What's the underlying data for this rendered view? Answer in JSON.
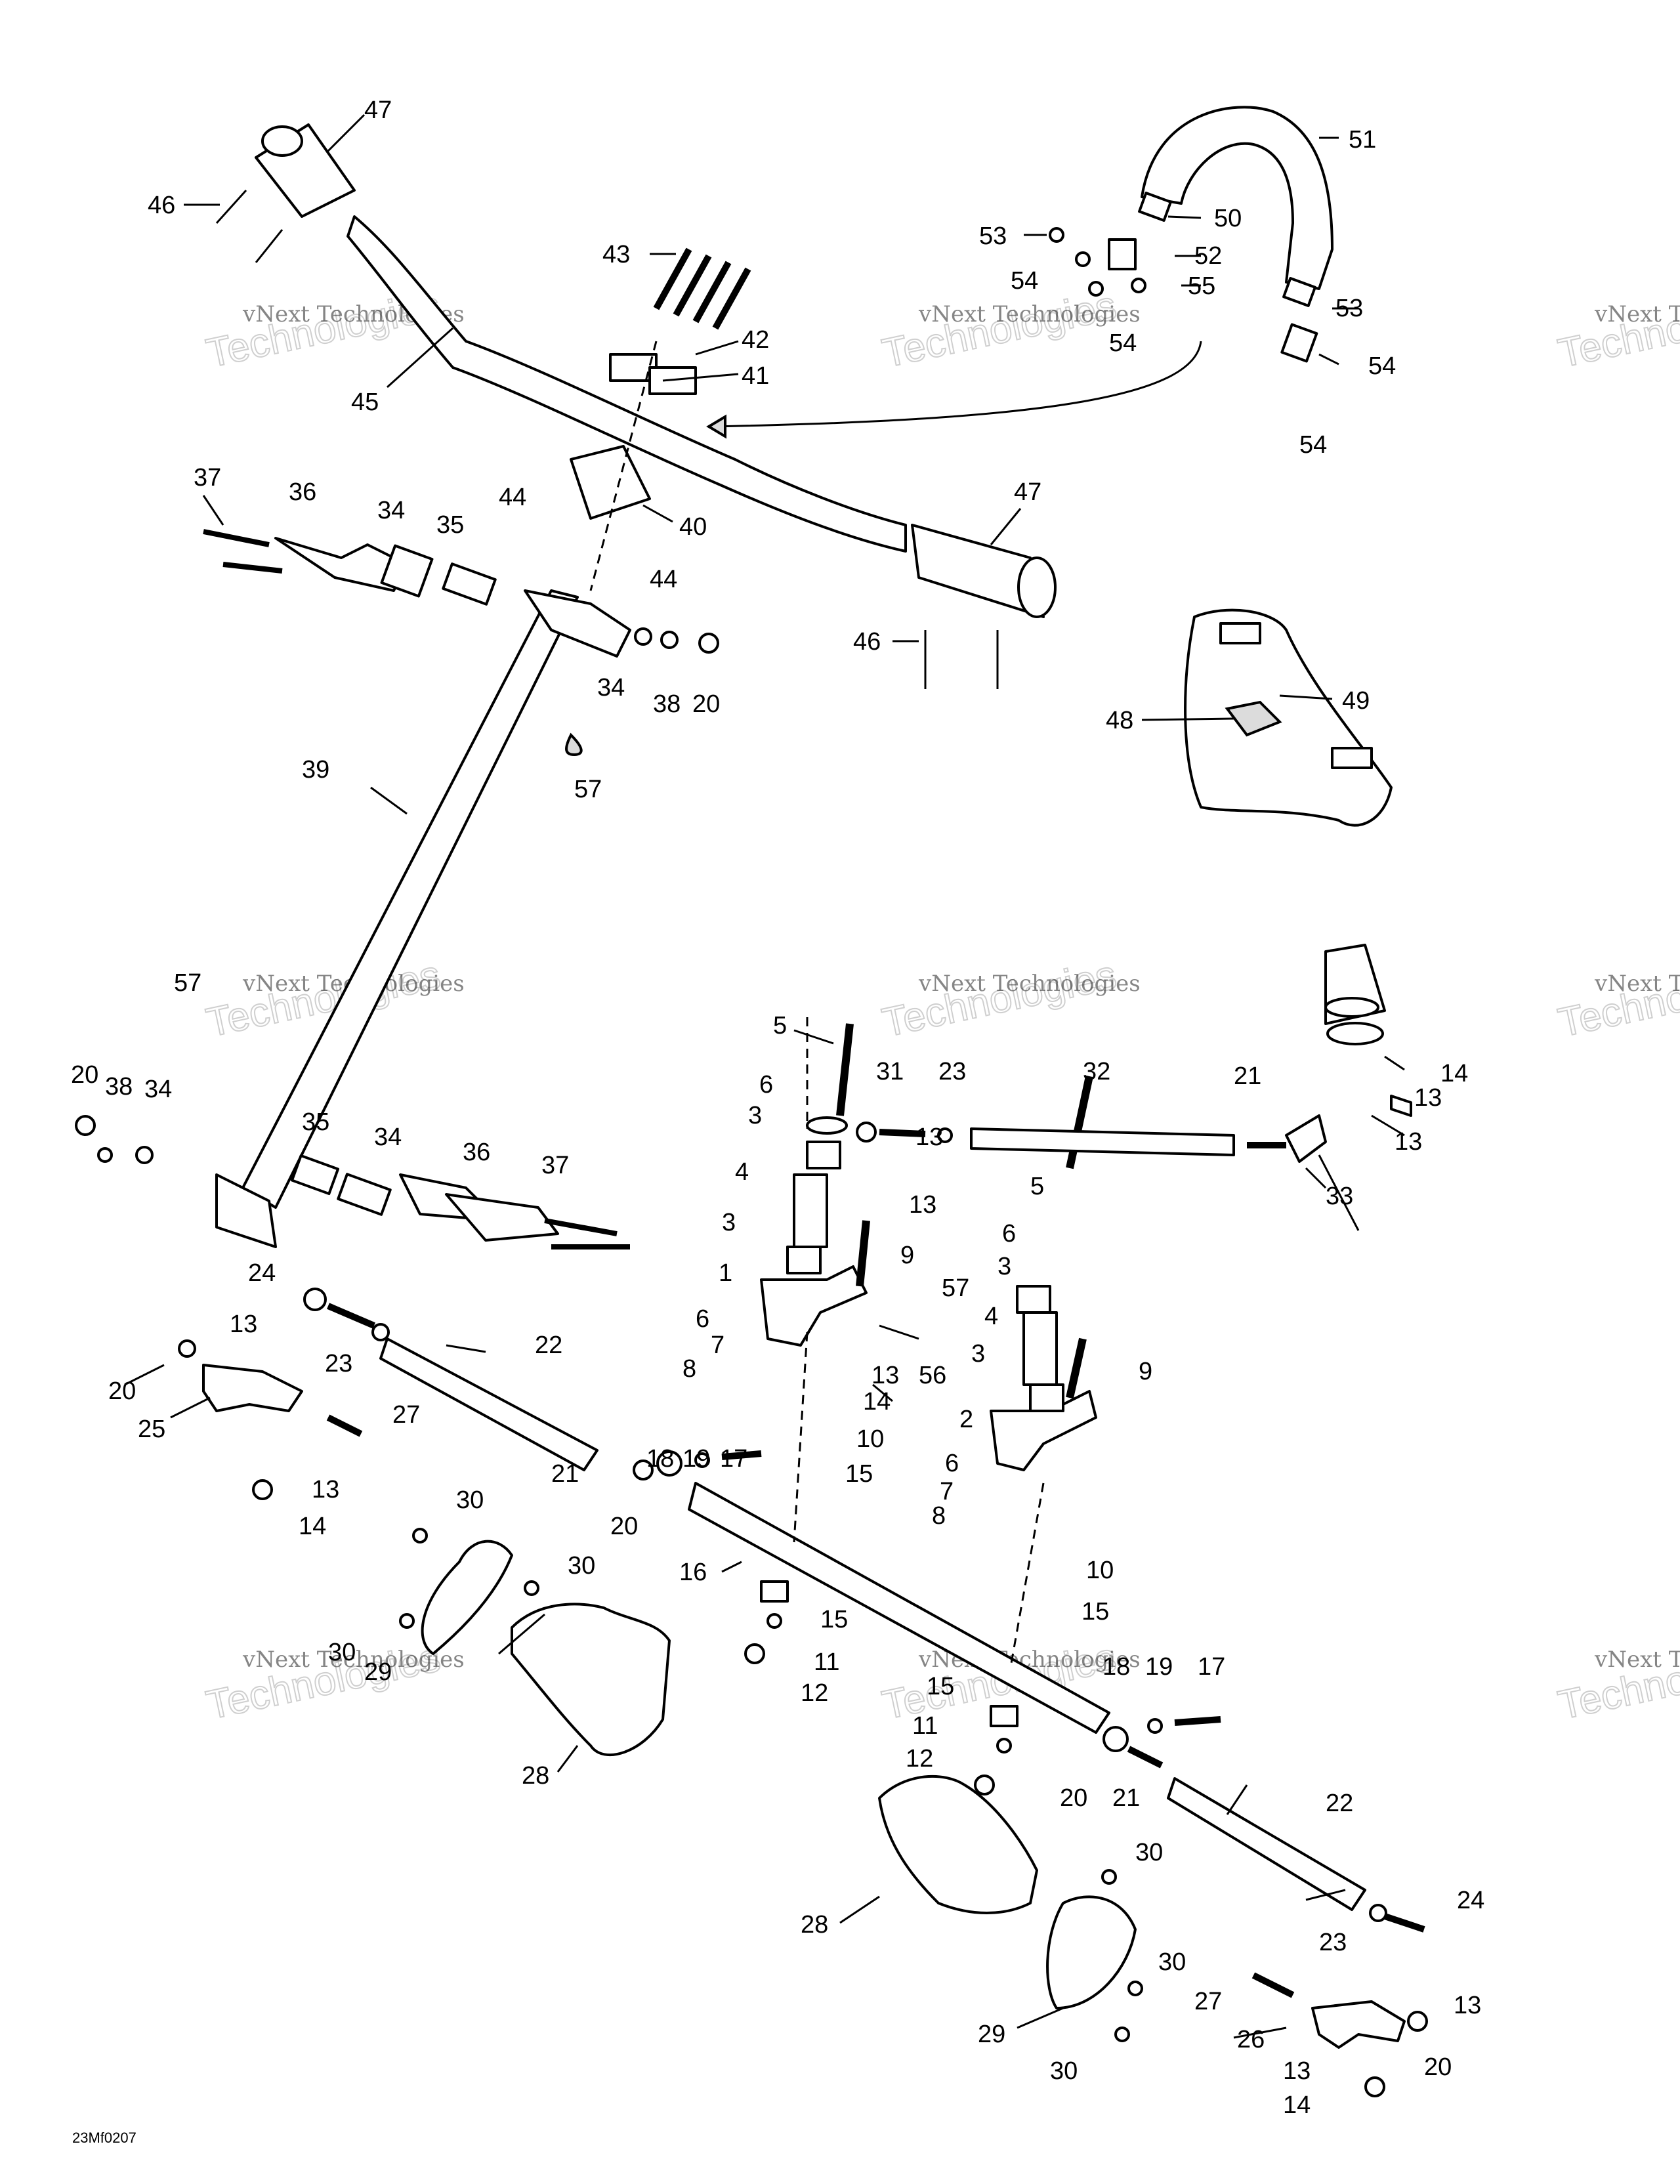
{
  "diagram": {
    "reference_code": "23Mf0207",
    "watermark_primary": "vNext Technologies",
    "watermark_secondary": "Technologies",
    "callouts": [
      {
        "id": "c1",
        "text": "1"
      },
      {
        "id": "c2",
        "text": "2"
      },
      {
        "id": "c3a",
        "text": "3"
      },
      {
        "id": "c3b",
        "text": "3"
      },
      {
        "id": "c3c",
        "text": "3"
      },
      {
        "id": "c3d",
        "text": "3"
      },
      {
        "id": "c4a",
        "text": "4"
      },
      {
        "id": "c4b",
        "text": "4"
      },
      {
        "id": "c5a",
        "text": "5"
      },
      {
        "id": "c5b",
        "text": "5"
      },
      {
        "id": "c6a",
        "text": "6"
      },
      {
        "id": "c6b",
        "text": "6"
      },
      {
        "id": "c6c",
        "text": "6"
      },
      {
        "id": "c6d",
        "text": "6"
      },
      {
        "id": "c7a",
        "text": "7"
      },
      {
        "id": "c7b",
        "text": "7"
      },
      {
        "id": "c8a",
        "text": "8"
      },
      {
        "id": "c8b",
        "text": "8"
      },
      {
        "id": "c9a",
        "text": "9"
      },
      {
        "id": "c9b",
        "text": "9"
      },
      {
        "id": "c10a",
        "text": "10"
      },
      {
        "id": "c10b",
        "text": "10"
      },
      {
        "id": "c11a",
        "text": "11"
      },
      {
        "id": "c11b",
        "text": "11"
      },
      {
        "id": "c12a",
        "text": "12"
      },
      {
        "id": "c12b",
        "text": "12"
      },
      {
        "id": "c13a",
        "text": "13"
      },
      {
        "id": "c13b",
        "text": "13"
      },
      {
        "id": "c13c",
        "text": "13"
      },
      {
        "id": "c13d",
        "text": "13"
      },
      {
        "id": "c13e",
        "text": "13"
      },
      {
        "id": "c13f",
        "text": "13"
      },
      {
        "id": "c13g",
        "text": "13"
      },
      {
        "id": "c13h",
        "text": "13"
      },
      {
        "id": "c13i",
        "text": "13"
      },
      {
        "id": "c14a",
        "text": "14"
      },
      {
        "id": "c14b",
        "text": "14"
      },
      {
        "id": "c14c",
        "text": "14"
      },
      {
        "id": "c14d",
        "text": "14"
      },
      {
        "id": "c15a",
        "text": "15"
      },
      {
        "id": "c15b",
        "text": "15"
      },
      {
        "id": "c15c",
        "text": "15"
      },
      {
        "id": "c15d",
        "text": "15"
      },
      {
        "id": "c16",
        "text": "16"
      },
      {
        "id": "c17a",
        "text": "17"
      },
      {
        "id": "c17b",
        "text": "17"
      },
      {
        "id": "c18a",
        "text": "18"
      },
      {
        "id": "c18b",
        "text": "18"
      },
      {
        "id": "c19a",
        "text": "19"
      },
      {
        "id": "c19b",
        "text": "19"
      },
      {
        "id": "c20a",
        "text": "20"
      },
      {
        "id": "c20b",
        "text": "20"
      },
      {
        "id": "c20c",
        "text": "20"
      },
      {
        "id": "c20d",
        "text": "20"
      },
      {
        "id": "c20e",
        "text": "20"
      },
      {
        "id": "c20f",
        "text": "20"
      },
      {
        "id": "c21a",
        "text": "21"
      },
      {
        "id": "c21b",
        "text": "21"
      },
      {
        "id": "c21c",
        "text": "21"
      },
      {
        "id": "c22a",
        "text": "22"
      },
      {
        "id": "c22b",
        "text": "22"
      },
      {
        "id": "c23a",
        "text": "23"
      },
      {
        "id": "c23b",
        "text": "23"
      },
      {
        "id": "c23c",
        "text": "23"
      },
      {
        "id": "c24a",
        "text": "24"
      },
      {
        "id": "c24b",
        "text": "24"
      },
      {
        "id": "c25",
        "text": "25"
      },
      {
        "id": "c26",
        "text": "26"
      },
      {
        "id": "c27a",
        "text": "27"
      },
      {
        "id": "c27b",
        "text": "27"
      },
      {
        "id": "c28a",
        "text": "28"
      },
      {
        "id": "c28b",
        "text": "28"
      },
      {
        "id": "c29a",
        "text": "29"
      },
      {
        "id": "c29b",
        "text": "29"
      },
      {
        "id": "c30a",
        "text": "30"
      },
      {
        "id": "c30b",
        "text": "30"
      },
      {
        "id": "c30c",
        "text": "30"
      },
      {
        "id": "c30d",
        "text": "30"
      },
      {
        "id": "c30e",
        "text": "30"
      },
      {
        "id": "c30f",
        "text": "30"
      },
      {
        "id": "c31",
        "text": "31"
      },
      {
        "id": "c32",
        "text": "32"
      },
      {
        "id": "c33",
        "text": "33"
      },
      {
        "id": "c34a",
        "text": "34"
      },
      {
        "id": "c34b",
        "text": "34"
      },
      {
        "id": "c34c",
        "text": "34"
      },
      {
        "id": "c34d",
        "text": "34"
      },
      {
        "id": "c35a",
        "text": "35"
      },
      {
        "id": "c35b",
        "text": "35"
      },
      {
        "id": "c36a",
        "text": "36"
      },
      {
        "id": "c36b",
        "text": "36"
      },
      {
        "id": "c37a",
        "text": "37"
      },
      {
        "id": "c37b",
        "text": "37"
      },
      {
        "id": "c38a",
        "text": "38"
      },
      {
        "id": "c38b",
        "text": "38"
      },
      {
        "id": "c39",
        "text": "39"
      },
      {
        "id": "c40",
        "text": "40"
      },
      {
        "id": "c41",
        "text": "41"
      },
      {
        "id": "c42",
        "text": "42"
      },
      {
        "id": "c43",
        "text": "43"
      },
      {
        "id": "c44a",
        "text": "44"
      },
      {
        "id": "c44b",
        "text": "44"
      },
      {
        "id": "c45",
        "text": "45"
      },
      {
        "id": "c46a",
        "text": "46"
      },
      {
        "id": "c46b",
        "text": "46"
      },
      {
        "id": "c47a",
        "text": "47"
      },
      {
        "id": "c47b",
        "text": "47"
      },
      {
        "id": "c48",
        "text": "48"
      },
      {
        "id": "c49",
        "text": "49"
      },
      {
        "id": "c50",
        "text": "50"
      },
      {
        "id": "c51",
        "text": "51"
      },
      {
        "id": "c52",
        "text": "52"
      },
      {
        "id": "c53a",
        "text": "53"
      },
      {
        "id": "c53b",
        "text": "53"
      },
      {
        "id": "c54a",
        "text": "54"
      },
      {
        "id": "c54b",
        "text": "54"
      },
      {
        "id": "c54c",
        "text": "54"
      },
      {
        "id": "c54d",
        "text": "54"
      },
      {
        "id": "c55",
        "text": "55"
      },
      {
        "id": "c56",
        "text": "56"
      },
      {
        "id": "c57a",
        "text": "57"
      },
      {
        "id": "c57b",
        "text": "57"
      },
      {
        "id": "c57c",
        "text": "57"
      }
    ]
  }
}
